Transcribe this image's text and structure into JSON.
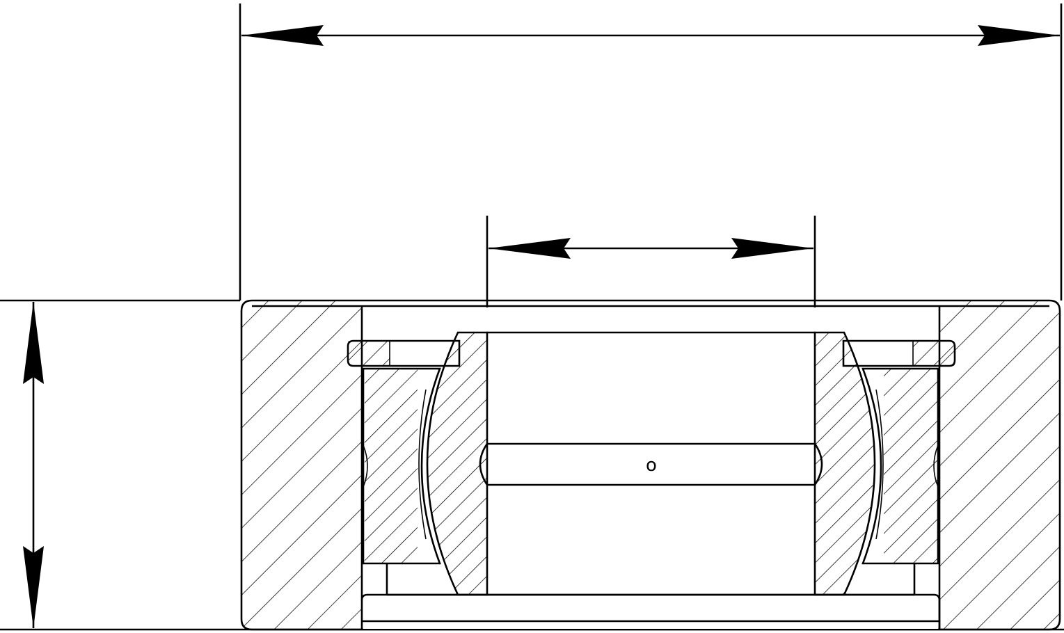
{
  "drawing": {
    "type": "bearing-cross-section",
    "colors": {
      "line": "#000000",
      "background": "#ffffff"
    },
    "center_mark": "o"
  },
  "dimensions": [
    {
      "id": "outer-diameter",
      "label": ""
    },
    {
      "id": "inner-diameter",
      "label": ""
    },
    {
      "id": "width",
      "label": ""
    }
  ]
}
